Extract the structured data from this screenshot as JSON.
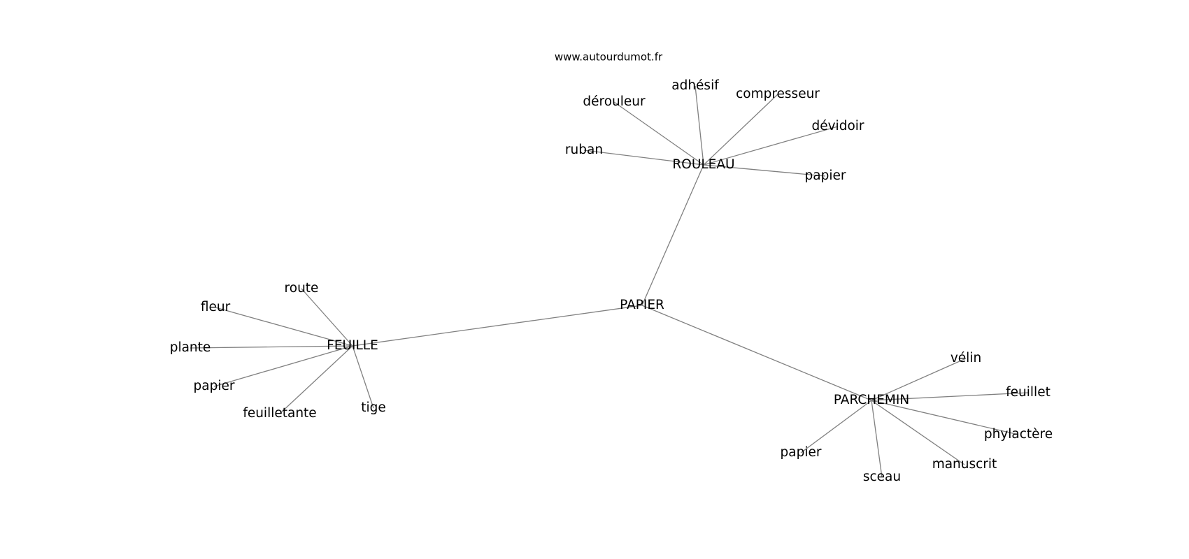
{
  "watermark": "www.autourdumot.fr",
  "colors": {
    "edge": "#808080",
    "label": "#000000",
    "background": "#ffffff"
  },
  "nodes": {
    "papier_center": "PAPIER",
    "rouleau": "ROULEAU",
    "feuille": "FEUILLE",
    "parchemin": "PARCHEMIN",
    "derouleur": "dérouleur",
    "adhesif": "adhésif",
    "compresseur": "compresseur",
    "devidoir": "dévidoir",
    "ruban": "ruban",
    "papier_rouleau": "papier",
    "route": "route",
    "fleur": "fleur",
    "plante": "plante",
    "papier_feuille": "papier",
    "feuilletante": "feuilletante",
    "tige": "tige",
    "velin": "vélin",
    "feuillet": "feuillet",
    "phylactere": "phylactère",
    "manuscrit": "manuscrit",
    "sceau": "sceau",
    "papier_parchemin": "papier"
  },
  "edges": [
    [
      "papier_center",
      "rouleau"
    ],
    [
      "papier_center",
      "feuille"
    ],
    [
      "papier_center",
      "parchemin"
    ],
    [
      "rouleau",
      "derouleur"
    ],
    [
      "rouleau",
      "adhesif"
    ],
    [
      "rouleau",
      "compresseur"
    ],
    [
      "rouleau",
      "devidoir"
    ],
    [
      "rouleau",
      "ruban"
    ],
    [
      "rouleau",
      "papier_rouleau"
    ],
    [
      "feuille",
      "route"
    ],
    [
      "feuille",
      "fleur"
    ],
    [
      "feuille",
      "plante"
    ],
    [
      "feuille",
      "papier_feuille"
    ],
    [
      "feuille",
      "feuilletante"
    ],
    [
      "feuille",
      "tige"
    ],
    [
      "parchemin",
      "velin"
    ],
    [
      "parchemin",
      "feuillet"
    ],
    [
      "parchemin",
      "phylactere"
    ],
    [
      "parchemin",
      "manuscrit"
    ],
    [
      "parchemin",
      "sceau"
    ],
    [
      "parchemin",
      "papier_parchemin"
    ]
  ]
}
